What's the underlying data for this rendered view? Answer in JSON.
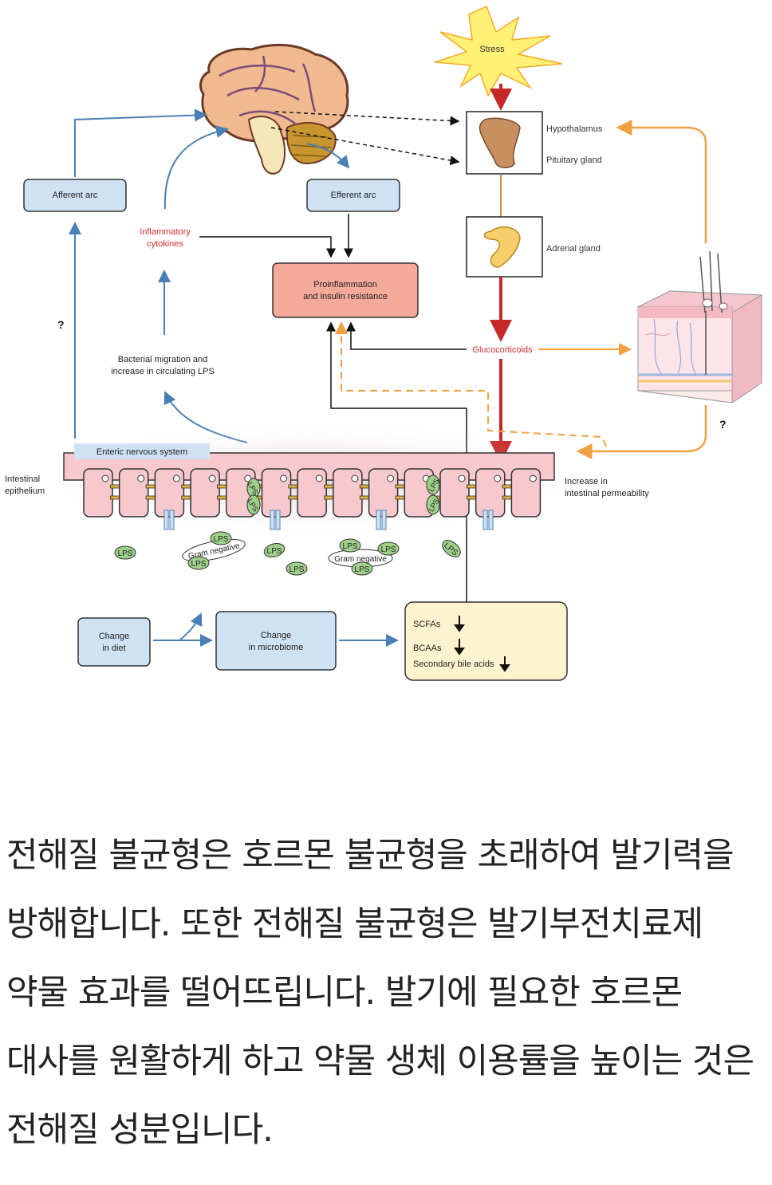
{
  "diagram": {
    "stress": "Stress",
    "hypothalamus": "Hypothalamus",
    "pituitary_gland": "Pituitary gland",
    "adrenal_gland": "Adrenal gland",
    "glucocorticoids": "Glucocorticoids",
    "afferent_arc": "Afferent arc",
    "efferent_arc": "Efferent arc",
    "inflammatory_cytokines": [
      "Inflammatory",
      "cytokines"
    ],
    "proinflammation": [
      "Proinflammation",
      "and insulin resistance"
    ],
    "question_mark": "?",
    "bacterial_migration": [
      "Bacterial migration and",
      "increase in circulating LPS"
    ],
    "enteric_nervous_system": "Enteric nervous system",
    "intestinal_epithelium": [
      "Intestinal",
      "epithelium"
    ],
    "increase_permeability": [
      "Increase in",
      "intestinal permeability"
    ],
    "lps": "LPS",
    "gram_negative": "Gram negative",
    "change_in_diet": [
      "Change",
      "in diet"
    ],
    "change_in_microbiome": [
      "Change",
      "in microbiome"
    ],
    "scfas": "SCFAs",
    "bcaas": "BCAAs",
    "secondary_bile_acids": "Secondary bile acids"
  },
  "caption": "전해질 불균형은 호르몬 불균형을 초래하여 발기력을 방해합니다. 또한 전해질 불균형은 발기부전치료제 약물 효과를 떨어뜨립니다. 발기에 필요한 호르몬 대사를 원활하게 하고 약물 생체 이용률을 높이는 것은 전해질 성분입니다.",
  "colors": {
    "blue_box": "#cfe2f3",
    "red_box": "#f4a99a",
    "yellow_box": "#fdf3d0",
    "orange_arrow": "#f0a040",
    "red_arrow": "#c62828",
    "blue_arrow": "#4a7fb5",
    "red_text": "#d32f2f",
    "lps_green": "#9fd08a"
  }
}
